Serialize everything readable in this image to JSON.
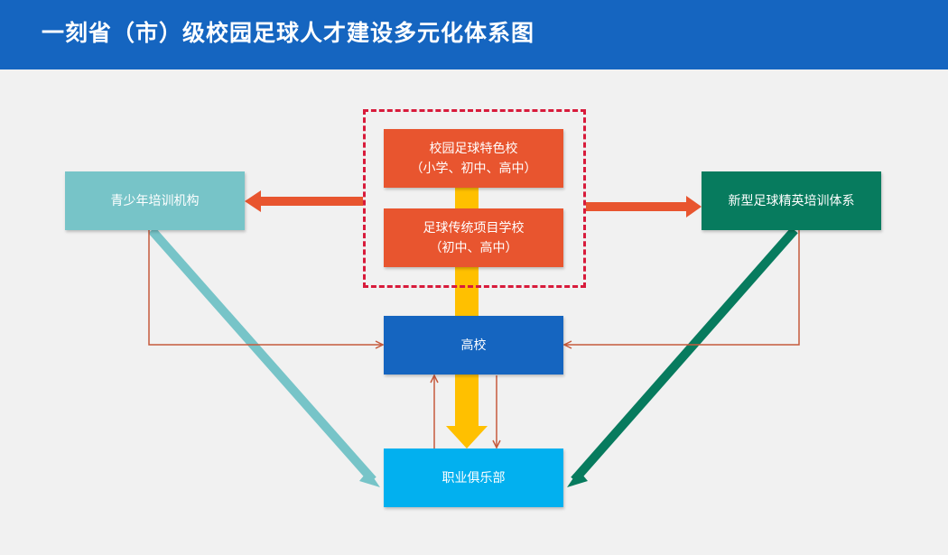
{
  "header": {
    "title": "一刻省（市）级校园足球人才建设多元化体系图"
  },
  "nodes": {
    "school_special": {
      "line1": "校园足球特色校",
      "line2": "（小学、初中、高中）"
    },
    "school_traditional": {
      "line1": "足球传统项目学校",
      "line2": "（初中、高中）"
    },
    "youth_training": {
      "label": "青少年培训机构"
    },
    "elite_training": {
      "label": "新型足球精英培训体系"
    },
    "university": {
      "label": "高校"
    },
    "pro_club": {
      "label": "职业俱乐部"
    }
  },
  "colors": {
    "header": "#1565c0",
    "orange": "#e8552f",
    "teal_light": "#77c4c8",
    "green_dark": "#077b5e",
    "blue": "#1565c0",
    "sky": "#02b0ef",
    "gold": "#ffc000",
    "dash_red": "#d81b3b",
    "thin_arrow": "#c65a3c"
  }
}
